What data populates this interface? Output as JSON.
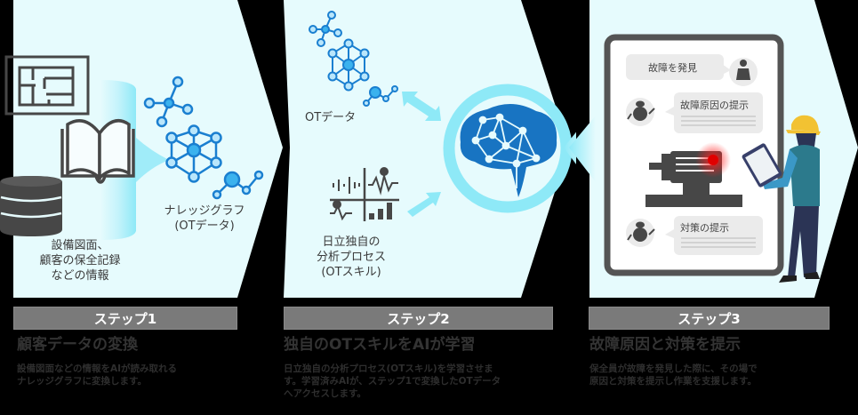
{
  "colors": {
    "background": "#000000",
    "panel_fill": "#e6fbfd",
    "accent_cyan": "#8ee9f7",
    "graph_blue": "#1a7fd0",
    "graph_node_fill": "#b9e6fb",
    "brain_blue": "#1874c2",
    "icon_gray": "#474747",
    "step_bar": "#7a7a7a",
    "alert_red": "#e00000",
    "helmet_yellow": "#f2c232"
  },
  "step1": {
    "bar_label": "ステップ1",
    "title": "顧客データの変換",
    "description_lines": [
      "設備図面などの情報をAIが読み取れる",
      "ナレッジグラフに変換します。"
    ],
    "source_caption": [
      "設備図面、",
      "顧客の保全記録",
      "などの情報"
    ],
    "graph_caption": [
      "ナレッジグラフ",
      "(OTデータ)"
    ],
    "icons": [
      "floor-plan-icon",
      "open-book-icon",
      "database-icon",
      "knowledge-graph-icon"
    ]
  },
  "step2": {
    "bar_label": "ステップ2",
    "title": "独自のOTスキルをAIが学習",
    "description_lines": [
      "日立独自の分析プロセス(OTスキル)を学習させま",
      "す。学習済みAIが、ステップ1で変換したOTデータ",
      "へアクセスします。"
    ],
    "ot_data_caption": "OTデータ",
    "skill_caption": [
      "日立独自の",
      "分析プロセス",
      "(OTスキル)"
    ],
    "icons": [
      "knowledge-graph-icon",
      "analysis-chart-icon",
      "ai-brain-icon",
      "bidirectional-arrow-icon",
      "arrow-icon"
    ]
  },
  "step3": {
    "bar_label": "ステップ3",
    "title": "故障原因と対策を提示",
    "description_lines": [
      "保全員が故障を発見した際に、その場で",
      "原因と対策を提示し作業を支援します。"
    ],
    "tablet": {
      "bubble_user": "故障を発見",
      "bubble_cause": "故障原因の提示",
      "bubble_action": "対策の提示"
    },
    "icons": [
      "tablet-icon",
      "user-icon",
      "robot-icon",
      "motor-icon",
      "worker-icon"
    ]
  }
}
